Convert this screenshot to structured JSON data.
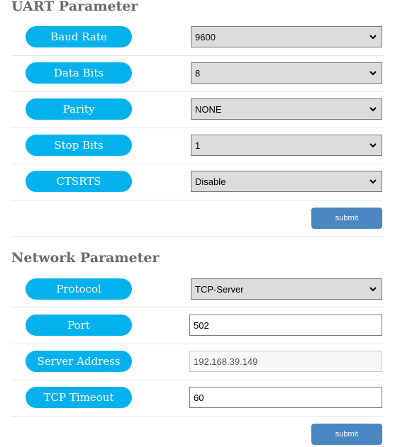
{
  "uart": {
    "title": "UART Parameter",
    "rows": [
      {
        "label": "Baud Rate",
        "value": "9600"
      },
      {
        "label": "Data Bits",
        "value": "8"
      },
      {
        "label": "Parity",
        "value": "NONE"
      },
      {
        "label": "Stop Bits",
        "value": "1"
      },
      {
        "label": "CTSRTS",
        "value": "Disable"
      }
    ],
    "submit_label": "submit"
  },
  "network": {
    "title": "Network Parameter",
    "protocol": {
      "label": "Protocol",
      "value": "TCP-Server"
    },
    "port": {
      "label": "Port",
      "value": "502"
    },
    "server_address": {
      "label": "Server Address",
      "value": "192.168.39.149"
    },
    "tcp_timeout": {
      "label": "TCP Timeout",
      "value": "60"
    },
    "submit_label": "submit"
  },
  "colors": {
    "pill": "#03b2ec",
    "submit": "#4a86c0",
    "title": "#6a6a6a"
  },
  "icons": {
    "select_arrow": "chevron-down-icon"
  }
}
